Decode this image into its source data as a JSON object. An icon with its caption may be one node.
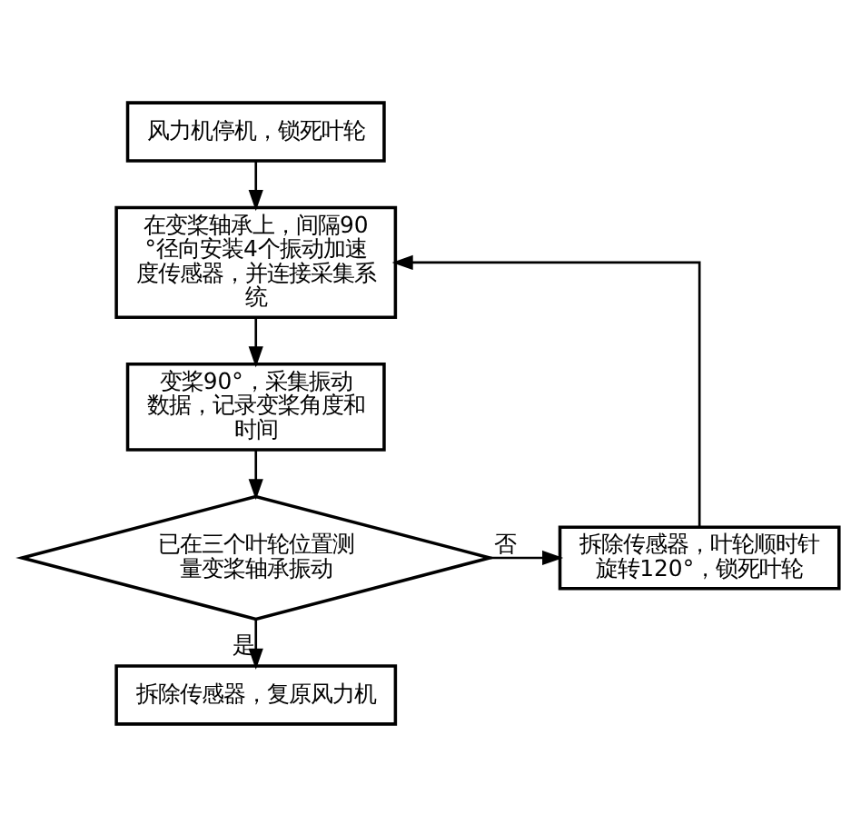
{
  "diagram": {
    "nodes": [
      {
        "text": [
          "风力机停机，锁死叶轮"
        ]
      },
      {
        "text": [
          "在变桨轴承上，间隔90°径向安装4个振动加速度传感器，并连接采集系统"
        ]
      },
      {
        "text": [
          "变桨90°，采集振动数据，记录变桨角度和时间"
        ]
      },
      {
        "text": [
          "已在三个叶轮位置测量变桨轴承振动"
        ]
      },
      {
        "text": [
          "拆除传感器，叶轮顺时针旋转120°，锁死叶轮"
        ]
      },
      {
        "text": [
          "拆除传感器，复原风力机"
        ]
      }
    ],
    "edges": [
      {
        "from": 0,
        "to": 1,
        "arrow": "to"
      },
      {
        "from": 1,
        "to": 2,
        "arrow": "to"
      },
      {
        "from": 2,
        "to": 3,
        "arrow": "to"
      },
      {
        "from": 3,
        "to": 4,
        "arrow": "to",
        "label": "否"
      },
      {
        "from": 4,
        "to": 1,
        "arrow": "to"
      },
      {
        "from": 3,
        "to": 5,
        "arrow": "to",
        "label": "是"
      }
    ]
  }
}
